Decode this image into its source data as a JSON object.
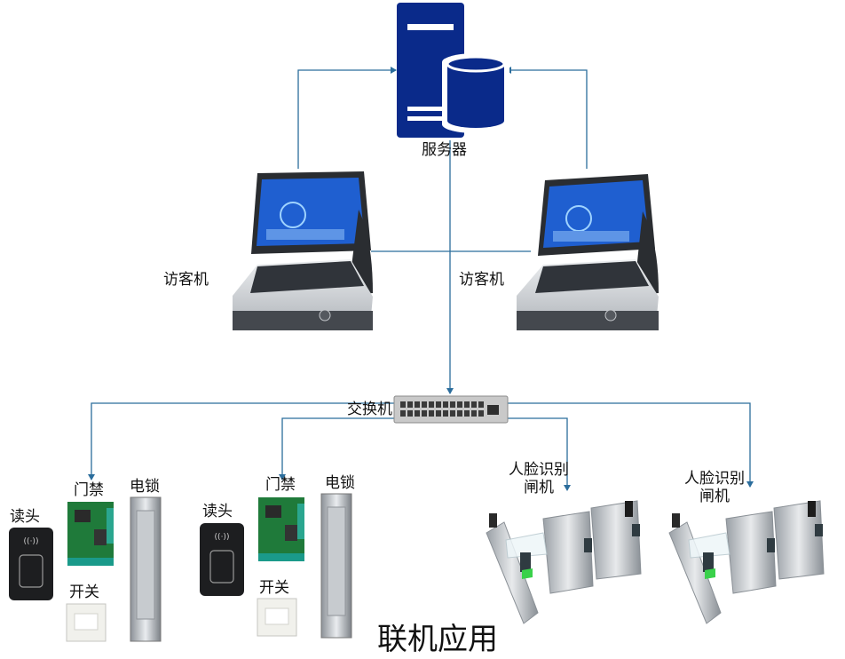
{
  "diagram": {
    "title": "联机应用",
    "nodes": {
      "server": "服务器",
      "visitor_left": "访客机",
      "visitor_right": "访客机",
      "switch": "交换机",
      "door_ctrl_1": "门禁",
      "lock_1": "电锁",
      "reader_1": "读头",
      "button_1": "开关",
      "door_ctrl_2": "门禁",
      "lock_2": "电锁",
      "reader_2": "读头",
      "button_2": "开关",
      "gate_1": [
        "人脸识别",
        "闸机"
      ],
      "gate_2": [
        "人脸识别",
        "闸机"
      ]
    },
    "colors": {
      "connector": "#2b6d9c",
      "server": "#0a2a8a",
      "kiosk_screen": "#1f5fd0",
      "kiosk_body": "#d7d9dc",
      "switch_body": "#c9c9c9",
      "gate_indicator": "#3ad14a"
    }
  }
}
